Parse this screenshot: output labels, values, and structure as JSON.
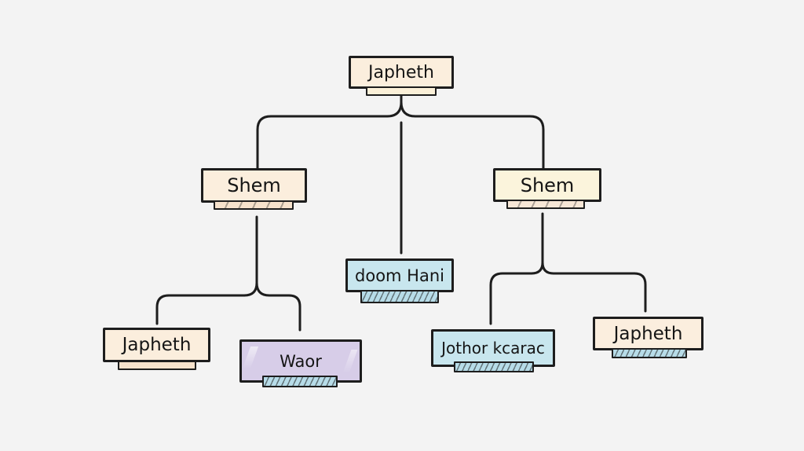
{
  "colors": {
    "background": "#f3f3f3",
    "stroke": "#1d1d1d",
    "peach": "#fbeedd",
    "cream": "#fbf4dc",
    "light_blue": "#c8e6ee",
    "light_purple": "#d7cde8",
    "tab_blue": "#b7dce8",
    "tab_peach": "#f6e2cc"
  },
  "nodes": {
    "root": {
      "label": "Japheth",
      "fill": "#fbeedd",
      "tab_fill": "#fbf0d8"
    },
    "shem1": {
      "label": "Shem",
      "fill": "#fbeedd",
      "tab_fill": "#f6e2cc"
    },
    "doom": {
      "label": "doom Hani",
      "fill": "#c8e6ee",
      "tab_fill": "#b7dce8"
    },
    "shem2": {
      "label": "Shem",
      "fill": "#fbf4dc",
      "tab_fill": "#f6e6d6"
    },
    "jap2": {
      "label": "Japheth",
      "fill": "#fbeedd",
      "tab_fill": "#f6e2cc"
    },
    "waor": {
      "label": "Waor",
      "fill": "#d7cde8",
      "tab_fill": "#b7dce8"
    },
    "jethor": {
      "label": "Jothor kcarac",
      "fill": "#c8e6ee",
      "tab_fill": "#b7dce8"
    },
    "jap3": {
      "label": "Japheth",
      "fill": "#fbeede",
      "tab_fill": "#b7dce8"
    }
  }
}
